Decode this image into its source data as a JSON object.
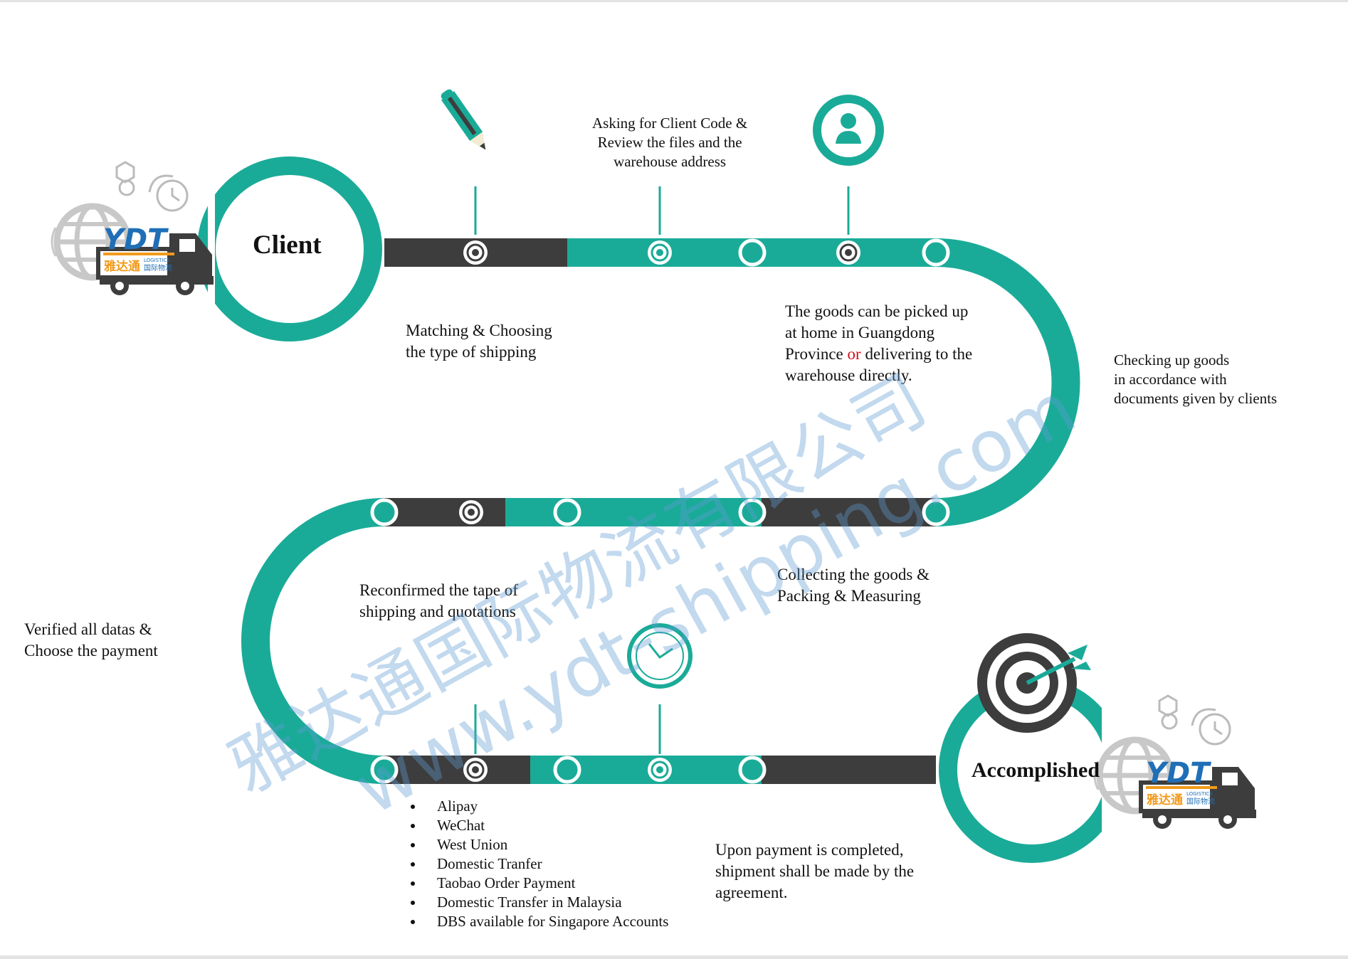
{
  "colors": {
    "teal": "#1aab98",
    "dark": "#3d3d3d",
    "white": "#ffffff",
    "accent_red": "#d0101c",
    "logo_blue": "#1f6fb7",
    "logo_orange": "#f29a1a"
  },
  "logo": {
    "brand": "YDT",
    "chinese": "雅达通",
    "tag_line1": "LOGISTICS",
    "tag_line2": "国际物流"
  },
  "watermark": {
    "line1": "雅达通国际物流有限公司",
    "line2": "www.ydt-shipping.com"
  },
  "start_label": "Client",
  "end_label": "Accomplished",
  "steps": {
    "asking_code": [
      "Asking for Client Code &",
      "Review the files and the",
      "warehouse address"
    ],
    "matching": [
      "Matching & Choosing",
      "the type of shipping"
    ],
    "pickup": {
      "line1": "The goods can be picked up",
      "line2": "at home in Guangdong",
      "line3_a": "Province ",
      "line3_or": "or",
      "line3_b": " delivering to the",
      "line4": "warehouse directly."
    },
    "checking": [
      "Checking up goods",
      "in accordance with",
      "documents given by clients"
    ],
    "collecting": [
      "Collecting the goods &",
      "Packing & Measuring"
    ],
    "reconfirmed": [
      "Reconfirmed the tape of",
      "shipping and quotations"
    ],
    "verified": [
      "Verified all datas &",
      "Choose the payment"
    ],
    "upon_payment": [
      "Upon payment is completed,",
      "shipment shall be made by the",
      "agreement."
    ]
  },
  "payment_methods": [
    "Alipay",
    "WeChat",
    "West Union",
    "Domestic Tranfer",
    "Taobao Order Payment",
    "Domestic Transfer in Malaysia",
    "DBS available for Singapore Accounts"
  ],
  "icons": [
    "pencil-icon",
    "user-icon",
    "clock-icon",
    "target-icon",
    "globe-truck-icon",
    "clock-cycle-icon",
    "package-icon"
  ]
}
